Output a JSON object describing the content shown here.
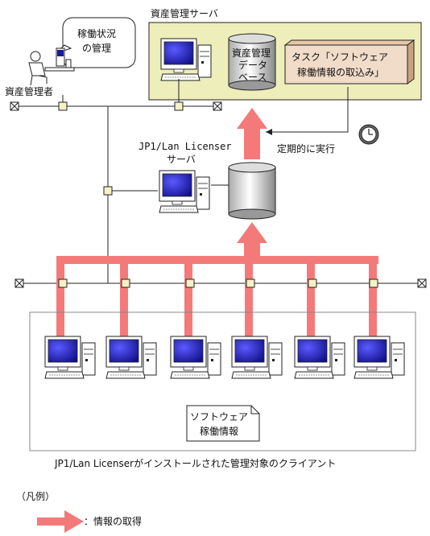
{
  "server_box": {
    "title": "資産管理サーバ"
  },
  "balloon": {
    "line1": "稼働状況",
    "line2": "の管理"
  },
  "admin": {
    "label": "資産管理者"
  },
  "db": {
    "line1": "資産管理",
    "line2": "データ",
    "line3": "ベース"
  },
  "task": {
    "line1": "タスク「ソフトウェア",
    "line2": "稼働情報の取込み」"
  },
  "schedule": {
    "label": "定期的に実行"
  },
  "licenser_server": {
    "line1": "JP1/Lan Licenser",
    "line2": "サーバ"
  },
  "clients_box": {
    "caption": "JP1/Lan Licenserがインストールされた管理対象のクライアント"
  },
  "note": {
    "line1": "ソフトウェア",
    "line2": "稼働情報"
  },
  "legend": {
    "title": "（凡例）",
    "arrow_label": "：情報の取得"
  },
  "colors": {
    "arrow": "#f47a7a",
    "server_bg": "#eeeebb",
    "task_bg": "#f1dcc9",
    "screen": "#1a1aa0"
  }
}
